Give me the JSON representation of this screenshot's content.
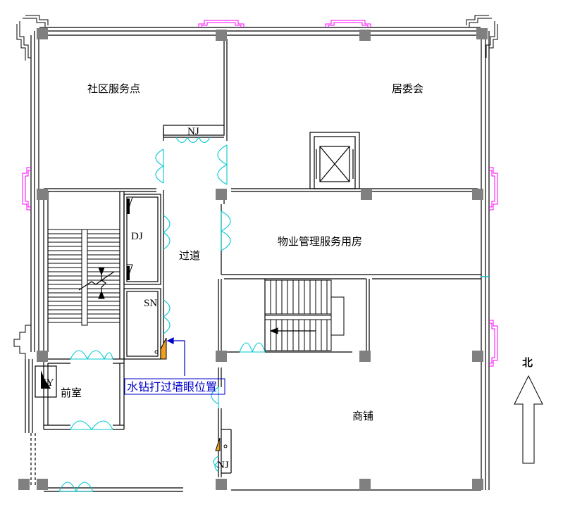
{
  "rooms": {
    "community_service_point": "社区服务点",
    "residents_committee": "居委会",
    "property_management_room": "物业管理服务用房",
    "corridor": "过道",
    "shop": "商铺",
    "front_room": "前室"
  },
  "codes": {
    "nj_top": "NJ",
    "nj_bottom": "NJ",
    "dj": "DJ",
    "sn": "SN",
    "jy": "JY"
  },
  "annotation": {
    "drilling_note": "水钻打过墙眼位置"
  },
  "compass": {
    "north": "北"
  },
  "colors": {
    "wall": "#000000",
    "column": "#808080",
    "door": "#00c8d2",
    "window": "#ff00ff",
    "annotation": "#0000cc",
    "marker": "#f0a020"
  }
}
